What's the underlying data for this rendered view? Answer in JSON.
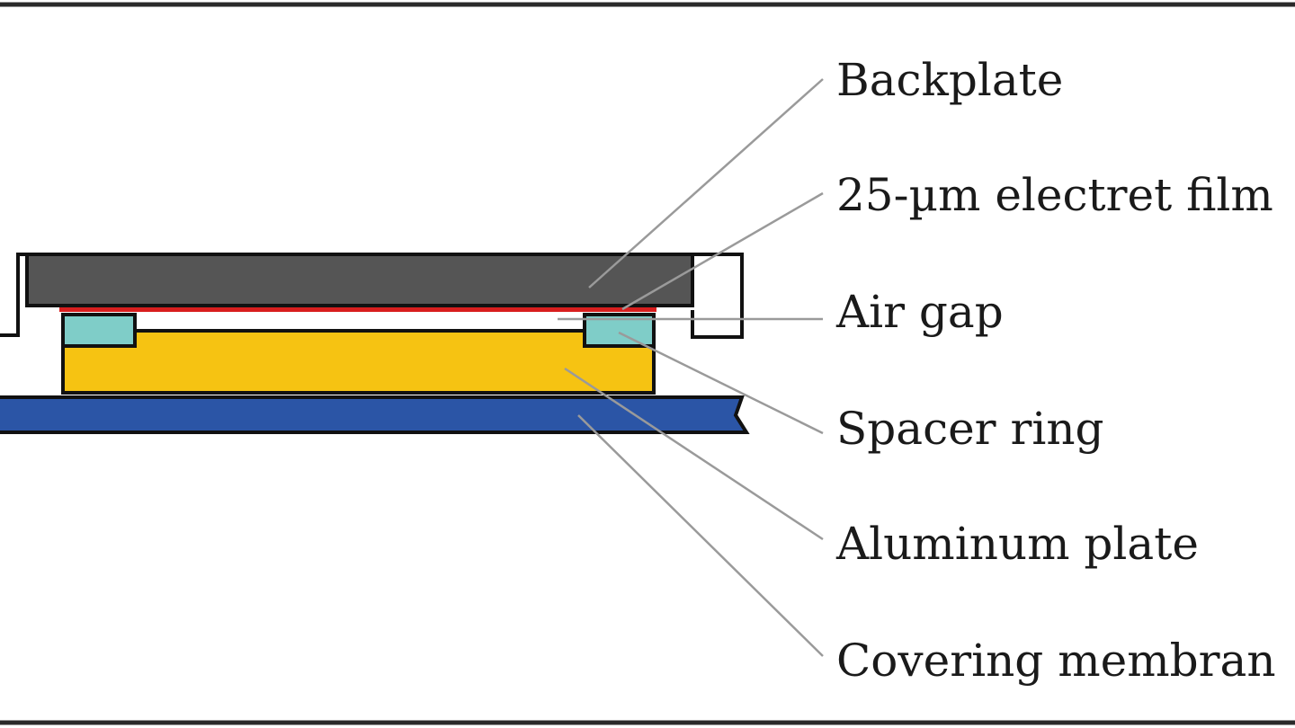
{
  "labels": {
    "backplate": "Backplate",
    "electret_film": "25-µm electret film",
    "air_gap": "Air gap",
    "spacer_ring": "Spacer ring",
    "aluminum_plate": "Aluminum plate",
    "covering_membrane": "Covering membran"
  },
  "colors": {
    "backplate": "#555555",
    "electret_film": "#d81e1e",
    "spacer_ring": "#7fcdc8",
    "aluminum_plate": "#f6c312",
    "covering_membrane": "#2b55a6",
    "outline": "#111111",
    "leader": "#9a9a9a"
  }
}
